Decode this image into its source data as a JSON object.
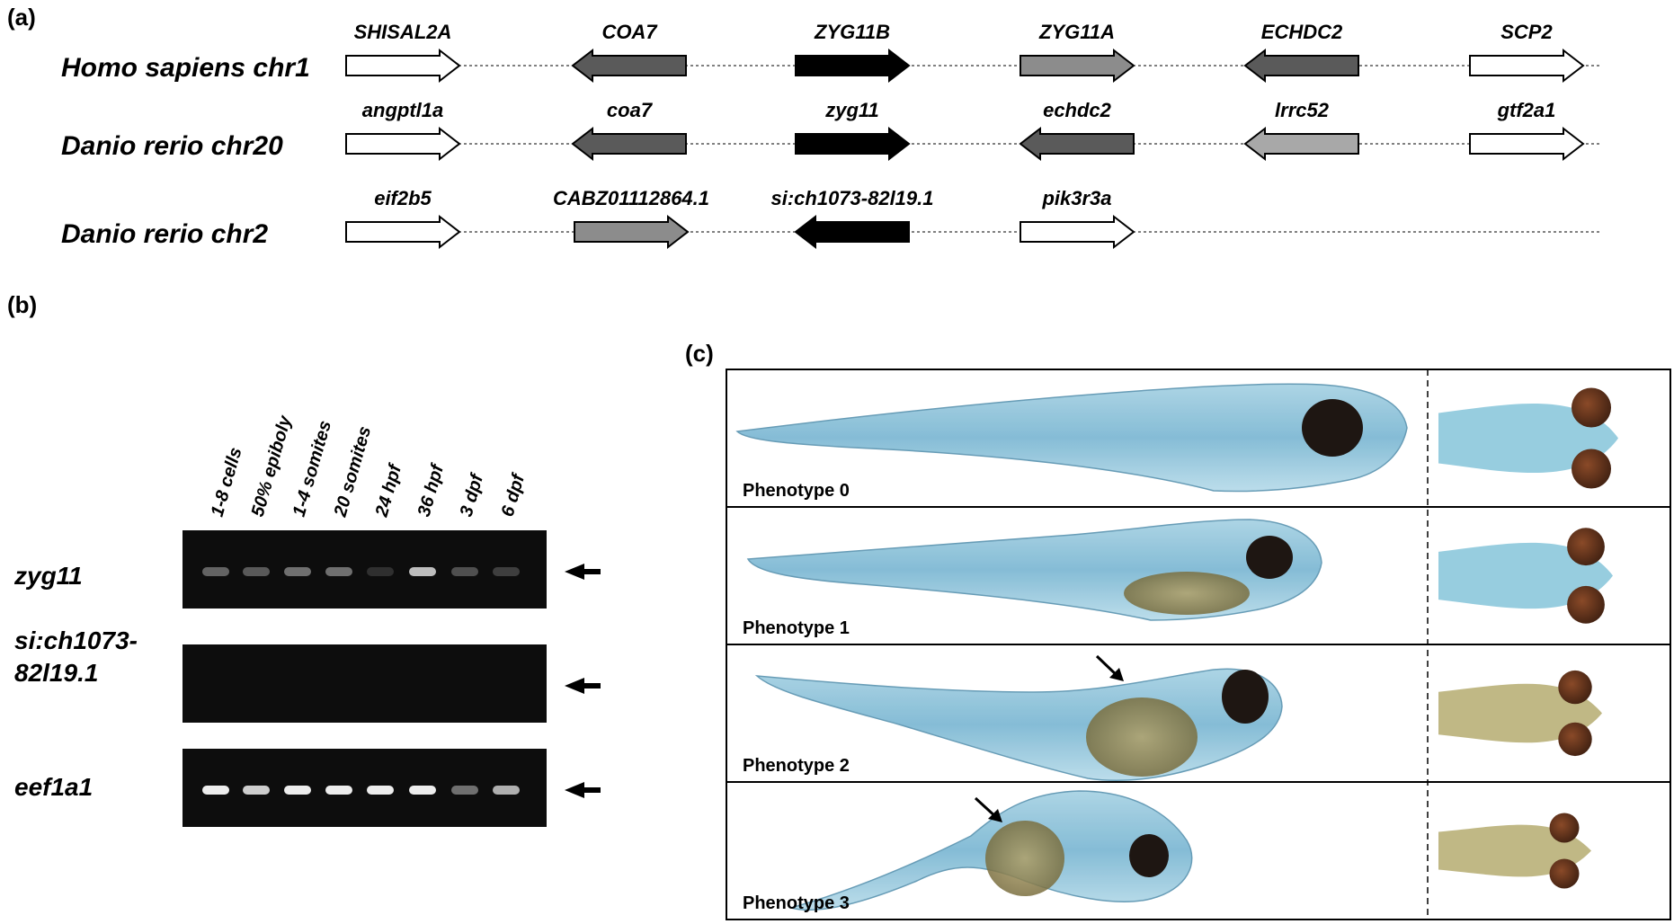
{
  "panels": {
    "a": "(a)",
    "b": "(b)",
    "c": "(c)"
  },
  "synteny": {
    "rows": [
      {
        "label": "Homo sapiens chr1",
        "genes": [
          {
            "name": "SHISAL2A",
            "dir": "right",
            "fill": "#ffffff"
          },
          {
            "name": "COA7",
            "dir": "left",
            "fill": "#5a5a5a"
          },
          {
            "name": "ZYG11B",
            "dir": "right",
            "fill": "#000000"
          },
          {
            "name": "ZYG11A",
            "dir": "right",
            "fill": "#8c8c8c"
          },
          {
            "name": "ECHDC2",
            "dir": "left",
            "fill": "#5a5a5a"
          },
          {
            "name": "SCP2",
            "dir": "right",
            "fill": "#ffffff"
          }
        ]
      },
      {
        "label": "Danio rerio chr20",
        "genes": [
          {
            "name": "angptl1a",
            "dir": "right",
            "fill": "#ffffff"
          },
          {
            "name": "coa7",
            "dir": "left",
            "fill": "#5a5a5a"
          },
          {
            "name": "zyg11",
            "dir": "right",
            "fill": "#000000"
          },
          {
            "name": "echdc2",
            "dir": "left",
            "fill": "#5a5a5a"
          },
          {
            "name": "lrrc52",
            "dir": "left",
            "fill": "#a8a8a8"
          },
          {
            "name": "gtf2a1",
            "dir": "right",
            "fill": "#ffffff"
          }
        ]
      },
      {
        "label": "Danio rerio chr2",
        "genes": [
          {
            "name": "eif2b5",
            "dir": "right",
            "fill": "#ffffff"
          },
          {
            "name": "CABZ01112864.1",
            "dir": "right",
            "fill": "#8c8c8c"
          },
          {
            "name": "si:ch1073-82l19.1",
            "dir": "left",
            "fill": "#000000"
          },
          {
            "name": "pik3r3a",
            "dir": "right",
            "fill": "#ffffff"
          }
        ]
      }
    ]
  },
  "gel": {
    "lanes": [
      "1-8 cells",
      "50% epiboly",
      "1-4 somites",
      "20 somites",
      "24 hpf",
      "36 hpf",
      "3 dpf",
      "6 dpf"
    ],
    "rows": [
      {
        "name": "zyg11",
        "intensity": [
          0.45,
          0.4,
          0.5,
          0.5,
          0.15,
          0.8,
          0.35,
          0.25
        ]
      },
      {
        "name": "si:ch1073-82l19.1",
        "intensity": [
          0,
          0,
          0,
          0,
          0,
          0,
          0,
          0
        ]
      },
      {
        "name": "eef1a1",
        "intensity": [
          0.95,
          0.85,
          0.95,
          0.95,
          0.95,
          0.95,
          0.5,
          0.75
        ]
      }
    ]
  },
  "phenotypes": [
    "Phenotype 0",
    "Phenotype 1",
    "Phenotype 2",
    "Phenotype 3"
  ],
  "colors": {
    "stain_blue": "#7fb9d4",
    "yolk": "#9c8a55",
    "eye": "#2a1d14",
    "eye_dorsal": "#6b3a22"
  }
}
